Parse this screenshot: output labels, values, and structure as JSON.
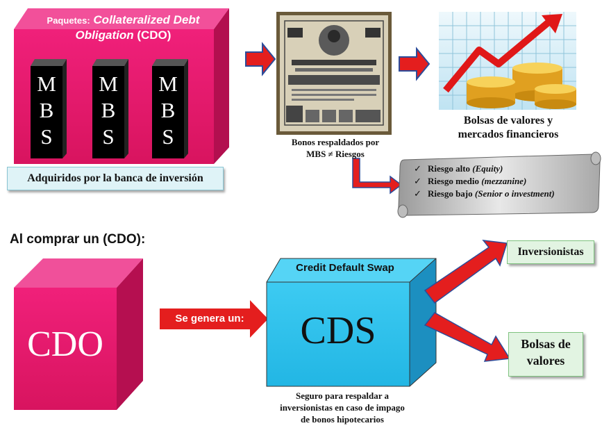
{
  "cdo_box": {
    "title_prefix": "Paquetes:",
    "title_italic_1": "Collateralized Debt",
    "title_italic_2": "Obligation",
    "title_suffix": "(CDO)",
    "mbs_letters": [
      "M",
      "B",
      "S"
    ],
    "footer": "Adquiridos por la banca de inversión"
  },
  "bond": {
    "caption_line1": "Bonos respaldados por",
    "caption_line2": "MBS ≠ Riesgos"
  },
  "markets": {
    "caption_line1": "Bolsas de valores y",
    "caption_line2": "mercados financieros"
  },
  "risk_scroll": {
    "check": "✓",
    "items": [
      {
        "label": "Riesgo alto",
        "detail": "(Equity)"
      },
      {
        "label": "Riesgo medio",
        "detail": "(mezzanine)"
      },
      {
        "label": "Riesgo bajo",
        "detail": "(Senior o investment)"
      }
    ]
  },
  "section_title": "Al comprar un (CDO):",
  "cdo_cube_label": "CDO",
  "arrow_label": "Se genera un:",
  "cds_cube": {
    "top_label": "Credit Default Swap",
    "label": "CDS",
    "caption_line1": "Seguro para respaldar  a",
    "caption_line2": "inversionistas en caso de impago",
    "caption_line3": "de bonos hipotecarios"
  },
  "outputs": {
    "investors": "Inversionistas",
    "exchanges_line1": "Bolsas de",
    "exchanges_line2": "valores"
  },
  "colors": {
    "pink": "#e0186a",
    "cyan": "#33c3ee",
    "arrow_red": "#e41e1e",
    "arrow_blue": "#2c4c9a"
  }
}
